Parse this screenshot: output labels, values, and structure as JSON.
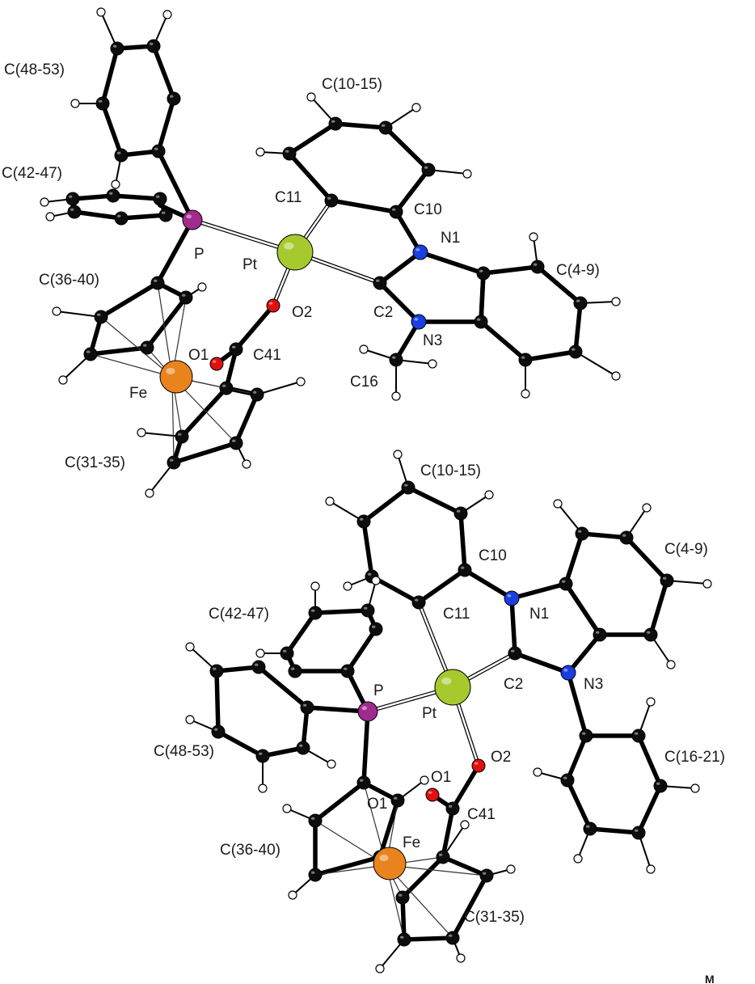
{
  "colors": {
    "carbon": "#0d0d0d",
    "hydrogen": "#ffffff",
    "platinum": "#a6c92e",
    "phosphorus": "#a02a8e",
    "iron": "#e8831e",
    "oxygen": "#e01010",
    "nitrogen": "#1a3ee0"
  },
  "molecule_a": {
    "labels": {
      "c48_53": "C(48-53)",
      "c10_15": "C(10-15)",
      "c42_47": "C(42-47)",
      "c11": "C11",
      "c10": "C10",
      "n1": "N1",
      "p": "P",
      "pt": "Pt",
      "c4_9": "C(4-9)",
      "c36_40": "C(36-40)",
      "o2": "O2",
      "c2": "C2",
      "n3": "N3",
      "o1": "O1",
      "c41": "C41",
      "c16": "C16",
      "fe": "Fe",
      "c31_35": "C(31-35)"
    }
  },
  "molecule_b": {
    "labels": {
      "c10_15": "C(10-15)",
      "c4_9": "C(4-9)",
      "c10": "C10",
      "c42_47": "C(42-47)",
      "c11": "C11",
      "n1": "N1",
      "p": "P",
      "c2": "C2",
      "n3": "N3",
      "pt": "Pt",
      "c16_21": "C(16-21)",
      "c48_53": "C(48-53)",
      "o1": "O1",
      "o2": "O2",
      "o1_overlap": "O1",
      "c41": "C41",
      "fe": "Fe",
      "c36_40": "C(36-40)",
      "c31_35": "C(31-35)"
    }
  },
  "corner_mark": "M"
}
